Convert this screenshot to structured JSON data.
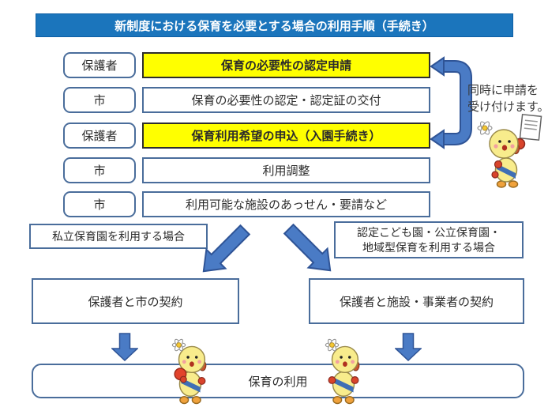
{
  "title": "新制度における保育を必要とする場合の利用手順（手続き）",
  "flow_rows": [
    {
      "actor": "保護者",
      "action": "保育の必要性の認定申請",
      "highlight": true
    },
    {
      "actor": "市",
      "action": "保育の必要性の認定・認定証の交付",
      "highlight": false
    },
    {
      "actor": "保護者",
      "action": "保育利用希望の申込（入園手続き）",
      "highlight": true
    },
    {
      "actor": "市",
      "action": "利用調整",
      "highlight": false
    },
    {
      "actor": "市",
      "action": "利用可能な施設のあっせん・要請など",
      "highlight": false
    }
  ],
  "note": "同時に申請を\n受け付けます。",
  "branches": {
    "left_label": "私立保育園を利用する場合",
    "right_label": "認定こども園・公立保育園・\n地域型保育を利用する場合"
  },
  "contracts": {
    "left": "保護者と市の契約",
    "right": "保護者と施設・事業者の契約"
  },
  "final_label": "保育の利用",
  "icons": {
    "loop_arrow": "simultaneous-application-loop-arrow",
    "diagonal_arrow_left": "branch-arrow-left",
    "diagonal_arrow_right": "branch-arrow-right",
    "down_arrow_left": "down-arrow-left",
    "down_arrow_right": "down-arrow-right",
    "mascot": "city-mascot-character"
  },
  "colors": {
    "title_bg": "#1B75BC",
    "highlight_bg": "#FFFF00",
    "box_border": "#4A6D9B",
    "arrow_fill": "#4A7BC5",
    "arrow_stroke": "#2F5496"
  }
}
